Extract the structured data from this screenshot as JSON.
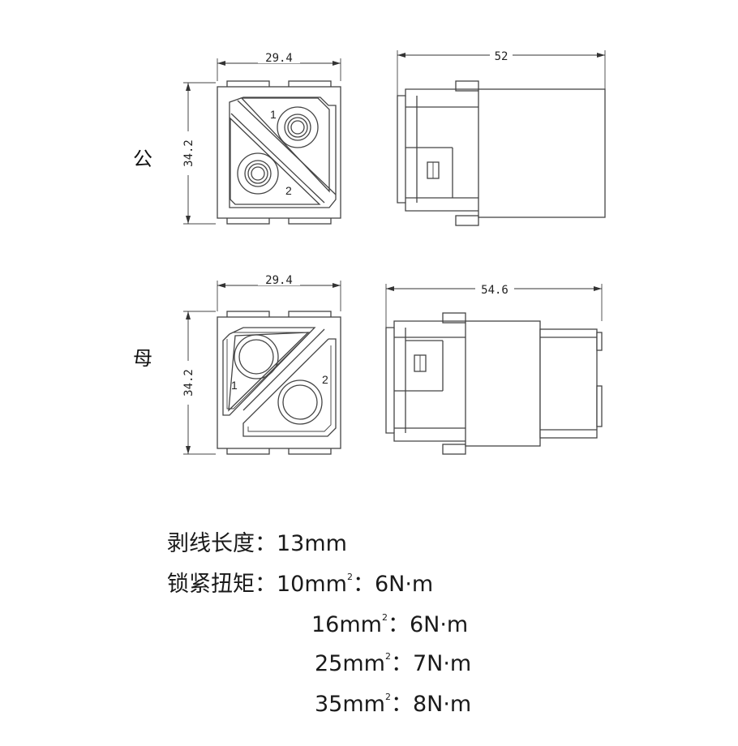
{
  "labels": {
    "male": "公",
    "female": "母"
  },
  "dimensions": {
    "male_front_width": "29.4",
    "male_front_height": "34.2",
    "male_side_length": "52",
    "female_front_width": "29.4",
    "female_front_height": "34.2",
    "female_side_length": "54.6"
  },
  "pins": {
    "male_pin1": "1",
    "male_pin2": "2",
    "female_pin1": "1",
    "female_pin2": "2"
  },
  "specs": {
    "strip_label": "剥线长度：",
    "strip_value": "13mm",
    "torque_label": "锁紧扭矩：",
    "torque_rows": [
      {
        "size": "10mm",
        "exp": "2",
        "sep": "：",
        "value": "6N·m"
      },
      {
        "size": "16mm",
        "exp": "2",
        "sep": "：",
        "value": "6N·m"
      },
      {
        "size": "25mm",
        "exp": "2",
        "sep": "：",
        "value": "7N·m"
      },
      {
        "size": "35mm",
        "exp": "2",
        "sep": "：",
        "value": "8N·m"
      }
    ]
  }
}
